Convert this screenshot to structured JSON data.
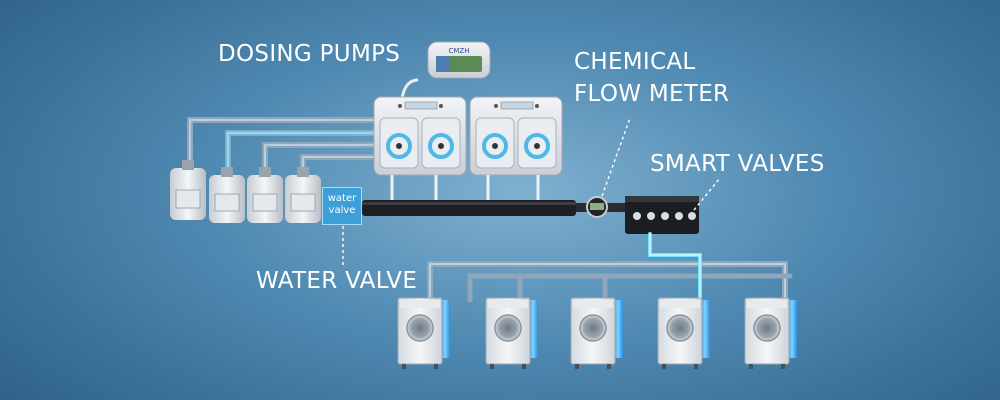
{
  "callouts": {
    "dosing_pumps": "DOSING PUMPS",
    "chemical_flow_meter_line1": "CHEMICAL",
    "chemical_flow_meter_line2": "FLOW METER",
    "smart_valves": "SMART VALVES",
    "water_valve": "WATER VALVE"
  },
  "water_valve_box": {
    "line1": "water",
    "line2": "valve"
  },
  "controller_brand": "CMZH",
  "colors": {
    "background": "#4f89b1",
    "text": "#ffffff",
    "water_line": "#6fe0ff",
    "water_valve_box": "#3d9fd8",
    "pipe": "#1d1f22"
  }
}
